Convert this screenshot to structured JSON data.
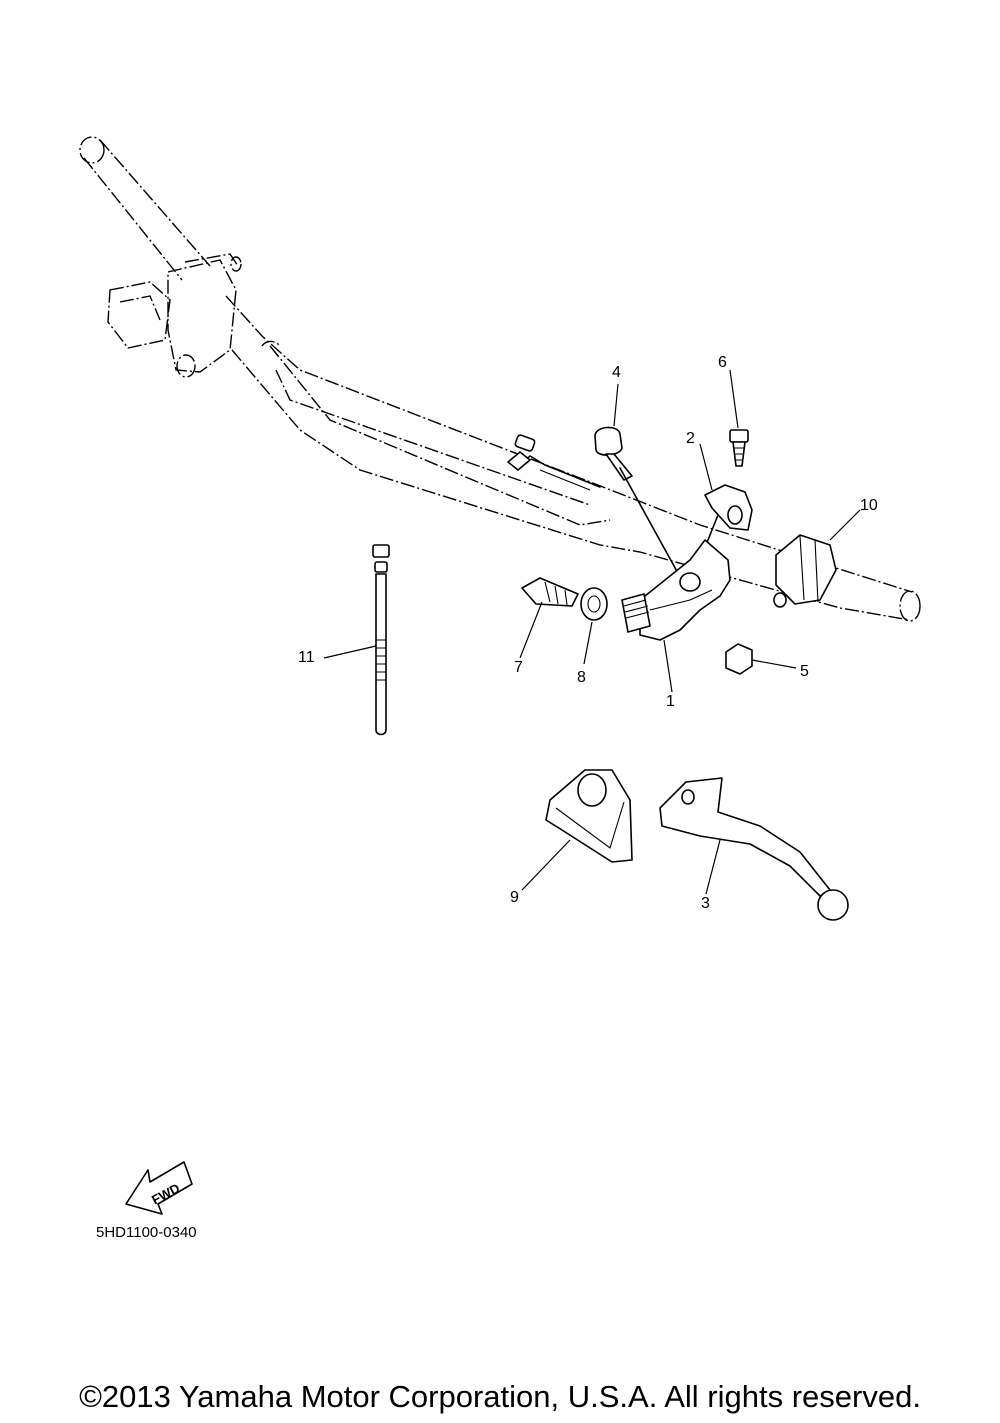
{
  "callouts": [
    {
      "id": "1",
      "label": "1"
    },
    {
      "id": "2",
      "label": "2"
    },
    {
      "id": "3",
      "label": "3"
    },
    {
      "id": "4",
      "label": "4"
    },
    {
      "id": "5",
      "label": "5"
    },
    {
      "id": "6",
      "label": "6"
    },
    {
      "id": "7",
      "label": "7"
    },
    {
      "id": "8",
      "label": "8"
    },
    {
      "id": "9",
      "label": "9"
    },
    {
      "id": "10",
      "label": "10"
    },
    {
      "id": "11",
      "label": "11"
    }
  ],
  "fwd_label": "FWD",
  "diagram_code": "5HD1100-0340",
  "copyright": "©2013 Yamaha Motor Corporation, U.S.A. All rights reserved."
}
